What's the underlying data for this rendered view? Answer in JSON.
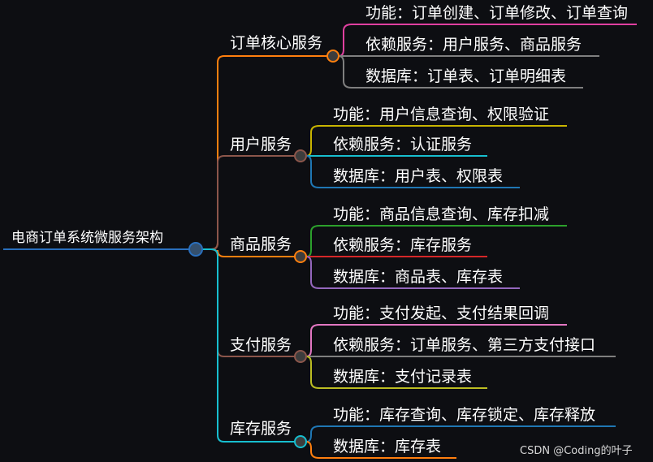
{
  "root": {
    "label": "电商订单系统微服务架构",
    "color": "#2a6fbd"
  },
  "branches": [
    {
      "label": "订单核心服务",
      "color": "#ff7f0e",
      "items": [
        {
          "label": "功能：订单创建、订单修改、订单查询",
          "color": "#e040a0"
        },
        {
          "label": "依赖服务：用户服务、商品服务",
          "color": "#7f7f7f"
        },
        {
          "label": "数据库：订单表、订单明细表",
          "color": "#7f7f7f"
        }
      ]
    },
    {
      "label": "用户服务",
      "color": "#8c564b",
      "items": [
        {
          "label": "功能：用户信息查询、权限验证",
          "color": "#c8b400"
        },
        {
          "label": "依赖服务：认证服务",
          "color": "#17becf"
        },
        {
          "label": "数据库：用户表、权限表",
          "color": "#1f77b4"
        }
      ]
    },
    {
      "label": "商品服务",
      "color": "#ff7f0e",
      "items": [
        {
          "label": "功能：商品信息查询、库存扣减",
          "color": "#2ca02c"
        },
        {
          "label": "依赖服务：库存服务",
          "color": "#d62728"
        },
        {
          "label": "数据库：商品表、库存表",
          "color": "#9467bd"
        }
      ]
    },
    {
      "label": "支付服务",
      "color": "#8c564b",
      "items": [
        {
          "label": "功能：支付发起、支付结果回调",
          "color": "#e377c2"
        },
        {
          "label": "依赖服务：订单服务、第三方支付接口",
          "color": "#7f7f7f"
        },
        {
          "label": "数据库：支付记录表",
          "color": "#bcbd22"
        }
      ]
    },
    {
      "label": "库存服务",
      "color": "#17becf",
      "items": [
        {
          "label": "功能：库存查询、库存锁定、库存释放",
          "color": "#1f77b4"
        },
        {
          "label": "数据库：库存表",
          "color": "#ff7f0e"
        }
      ]
    }
  ],
  "watermark": "CSDN @Coding的叶子"
}
